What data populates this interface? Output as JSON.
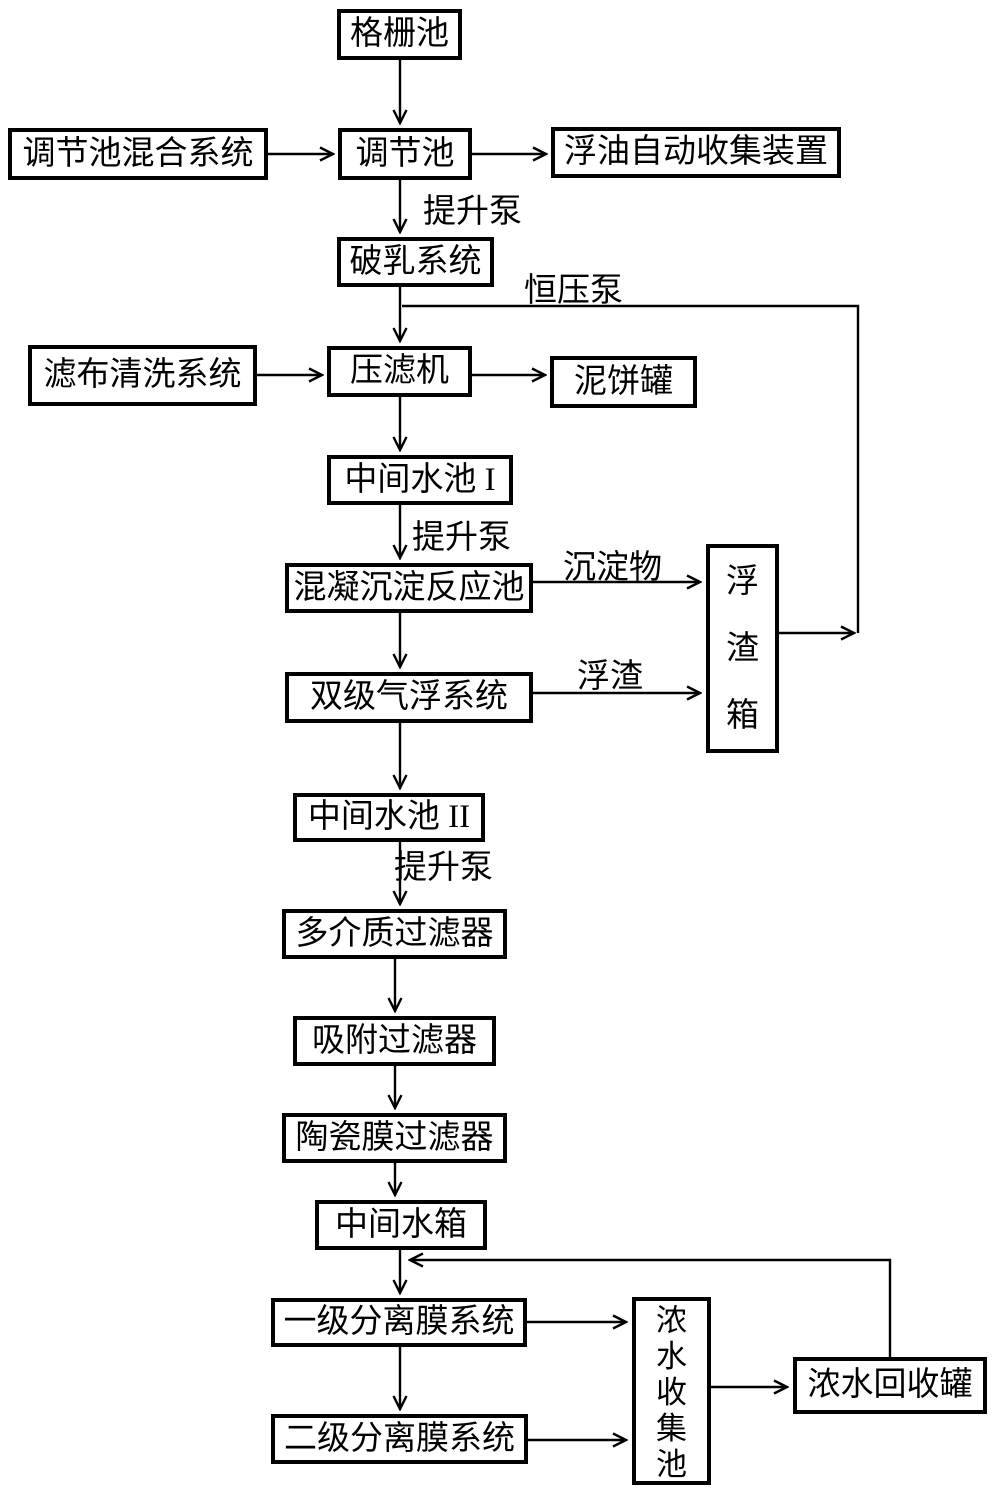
{
  "diagram_type": "process-flowchart",
  "colors": {
    "background": "#ffffff",
    "line": "#000000",
    "text": "#000000",
    "box_fill": "#ffffff"
  },
  "nodes": {
    "grid_pool": {
      "label": "格栅池"
    },
    "regulating_mix_system": {
      "label": "调节池混合系统"
    },
    "regulating_pool": {
      "label": "调节池"
    },
    "oil_auto_collector": {
      "label": "浮油自动收集装置"
    },
    "demulsification_system": {
      "label": "破乳系统"
    },
    "filter_cloth_washing_system": {
      "label": "滤布清洗系统"
    },
    "filter_press": {
      "label": "压滤机"
    },
    "mud_cake_tank": {
      "label": "泥饼罐"
    },
    "intermediate_pool_1": {
      "label": "中间水池 I"
    },
    "coagulation_sedimentation_pool": {
      "label": "混凝沉淀反应池"
    },
    "scum_box": {
      "label": "浮渣箱"
    },
    "two_stage_air_flotation": {
      "label": "双级气浮系统"
    },
    "intermediate_pool_2": {
      "label": "中间水池 II"
    },
    "multimedia_filter": {
      "label": "多介质过滤器"
    },
    "adsorption_filter": {
      "label": "吸附过滤器"
    },
    "ceramic_membrane_filter": {
      "label": "陶瓷膜过滤器"
    },
    "intermediate_tank": {
      "label": "中间水箱"
    },
    "membrane_stage_1": {
      "label": "一级分离膜系统"
    },
    "membrane_stage_2": {
      "label": "二级分离膜系统"
    },
    "concentrate_collection_pool": {
      "label": "浓水收集池"
    },
    "concentrate_recovery_tank": {
      "label": "浓水回收罐"
    }
  },
  "edge_labels": {
    "lift_pump_1": "提升泵",
    "constant_pressure_pump": "恒压泵",
    "lift_pump_2": "提升泵",
    "sediment": "沉淀物",
    "scum": "浮渣",
    "lift_pump_3": "提升泵"
  },
  "edges": [
    {
      "from": "grid_pool",
      "to": "regulating_pool"
    },
    {
      "from": "regulating_mix_system",
      "to": "regulating_pool"
    },
    {
      "from": "regulating_pool",
      "to": "oil_auto_collector"
    },
    {
      "from": "regulating_pool",
      "to": "demulsification_system",
      "label": "提升泵"
    },
    {
      "from": "demulsification_system",
      "to": "filter_press"
    },
    {
      "from": "scum_box",
      "to": "filter_press",
      "label": "恒压泵"
    },
    {
      "from": "filter_cloth_washing_system",
      "to": "filter_press"
    },
    {
      "from": "filter_press",
      "to": "mud_cake_tank"
    },
    {
      "from": "filter_press",
      "to": "intermediate_pool_1"
    },
    {
      "from": "intermediate_pool_1",
      "to": "coagulation_sedimentation_pool",
      "label": "提升泵"
    },
    {
      "from": "coagulation_sedimentation_pool",
      "to": "scum_box",
      "label": "沉淀物"
    },
    {
      "from": "coagulation_sedimentation_pool",
      "to": "two_stage_air_flotation"
    },
    {
      "from": "two_stage_air_flotation",
      "to": "scum_box",
      "label": "浮渣"
    },
    {
      "from": "two_stage_air_flotation",
      "to": "intermediate_pool_2"
    },
    {
      "from": "intermediate_pool_2",
      "to": "multimedia_filter",
      "label": "提升泵"
    },
    {
      "from": "multimedia_filter",
      "to": "adsorption_filter"
    },
    {
      "from": "adsorption_filter",
      "to": "ceramic_membrane_filter"
    },
    {
      "from": "ceramic_membrane_filter",
      "to": "intermediate_tank"
    },
    {
      "from": "intermediate_tank",
      "to": "membrane_stage_1"
    },
    {
      "from": "concentrate_recovery_tank",
      "to": "membrane_stage_1"
    },
    {
      "from": "membrane_stage_1",
      "to": "concentrate_collection_pool"
    },
    {
      "from": "membrane_stage_1",
      "to": "membrane_stage_2"
    },
    {
      "from": "membrane_stage_2",
      "to": "concentrate_collection_pool"
    },
    {
      "from": "concentrate_collection_pool",
      "to": "concentrate_recovery_tank"
    }
  ]
}
